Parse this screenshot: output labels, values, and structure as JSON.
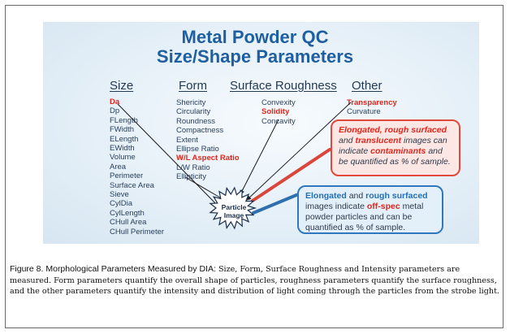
{
  "figure": {
    "title_line1": "Metal Powder QC",
    "title_line2": "Size/Shape Parameters",
    "columns": {
      "size": {
        "heading": "Size",
        "items": [
          "Da",
          "Dp",
          "FLength",
          "FWidth",
          "ELength",
          "EWidth",
          "Volume",
          "Area",
          "Perimeter",
          "Surface Area",
          "Sieve",
          "CylDia",
          "CylLength",
          "CHull  Area",
          "CHull Perimeter"
        ]
      },
      "form": {
        "heading": "Form",
        "items": [
          "Shericity",
          "Circularity",
          "Roundness",
          "Compactness",
          "Extent",
          "Ellipse Ratio",
          "W/L Aspect Ratio",
          "L/W Ratio",
          "Ellipticity"
        ]
      },
      "roughness": {
        "heading": "Surface Roughness",
        "items": [
          "Convexity",
          "Solidity",
          "Concavity"
        ]
      },
      "other": {
        "heading": "Other",
        "items": [
          "Transparency",
          "Curvature"
        ]
      }
    },
    "particle_label": "Particle Image",
    "callout_red": {
      "p1": "Elongated,  rough surfaced",
      "p2": "and",
      "p3": "translucent",
      "p4": "images can indicate",
      "p5": "contaminants",
      "p6": "and be quantified as % of sample."
    },
    "callout_blue": {
      "p1": "Elongated",
      "p2": "and",
      "p3": "rough surfaced",
      "p4": "images indicate",
      "p5": "off-spec",
      "p6": "metal powder particles and can be quantified as % of sample."
    },
    "colors": {
      "title": "#1f5f9f",
      "highlight_red": "#e1261c",
      "highlight_blue": "#1f6fb8"
    }
  },
  "caption": {
    "lead": "Figure 8. Morphological Parameters Measured by DIA:",
    "body": "Size, Form, Surface Roughness and Intensity parameters are measured. Form parameters quantify the overall shape of particles, roughness parameters quantify the surface roughness, and the other parameters quantify the intensity and distribution of light coming through the particles from the strobe light."
  }
}
